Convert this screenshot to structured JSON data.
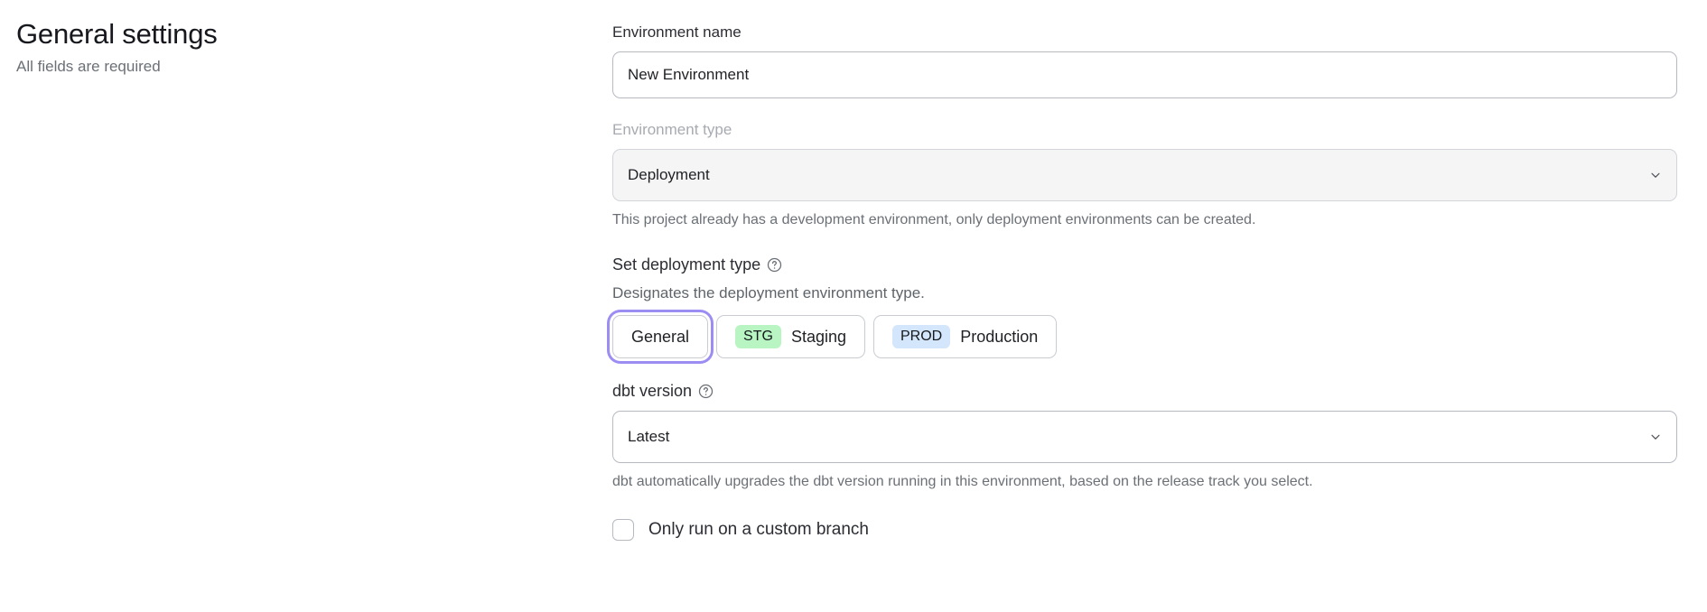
{
  "header": {
    "title": "General settings",
    "subtitle": "All fields are required"
  },
  "form": {
    "environment_name": {
      "label": "Environment name",
      "value": "New Environment",
      "placeholder": "Environment name"
    },
    "environment_type": {
      "label": "Environment type",
      "value": "Deployment",
      "chevron_icon": "chevron-down-icon",
      "help_text": "This project already has a development environment, only deployment environments can be created."
    },
    "deployment_type": {
      "title": "Set deployment type",
      "help_icon": "question-circle-icon",
      "description": "Designates the deployment environment type.",
      "options": [
        {
          "label": "General",
          "badge": null,
          "badge_color": null,
          "focused": true
        },
        {
          "label": "Staging",
          "badge": "STG",
          "badge_color": "#b8f5c2",
          "focused": false
        },
        {
          "label": "Production",
          "badge": "PROD",
          "badge_color": "#d4e6fb",
          "focused": false
        }
      ]
    },
    "dbt_version": {
      "label": "dbt version",
      "help_icon": "question-circle-icon",
      "value": "Latest",
      "chevron_icon": "chevron-down-icon",
      "help_text": "dbt automatically upgrades the dbt version running in this environment, based on the release track you select."
    },
    "custom_branch": {
      "label": "Only run on a custom branch",
      "checked": false
    }
  },
  "colors": {
    "focus_ring": "#9b8df2",
    "staging_badge": "#b8f5c2",
    "production_badge": "#d4e6fb",
    "muted_text": "#6b7076"
  }
}
